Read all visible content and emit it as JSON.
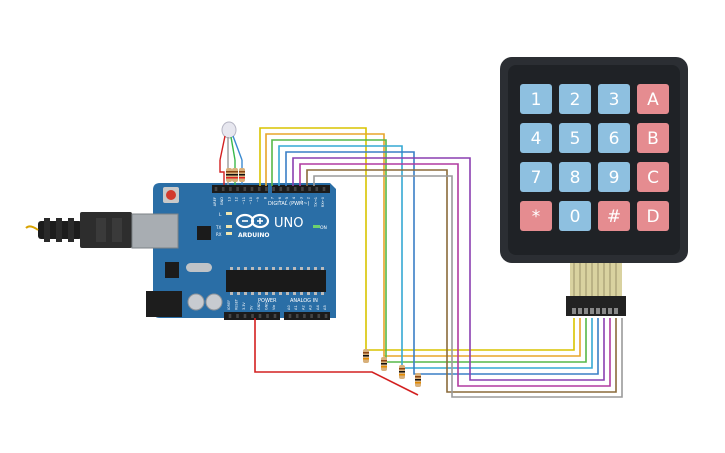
{
  "arduino": {
    "logo": "UNO",
    "brand": "ARDUINO",
    "digital_label": "DIGITAL (PWM~)",
    "power_label": "POWER",
    "analog_label": "ANALOG IN",
    "on_label": "ON",
    "led_l": "L",
    "led_tx": "TX",
    "led_rx": "RX",
    "top_pins": [
      "AREF",
      "GND",
      "13",
      "12",
      "~11",
      "~10",
      "~9",
      "8",
      "7",
      "~6",
      "~5",
      "4",
      "~3",
      "2",
      "TX→1",
      "RX←0"
    ],
    "power_pins": [
      "IOREF",
      "RESET",
      "3.3V",
      "5V",
      "GND",
      "GND",
      "Vin"
    ],
    "analog_pins": [
      "A0",
      "A1",
      "A2",
      "A3",
      "A4",
      "A5"
    ]
  },
  "keypad": {
    "keys": [
      "1",
      "2",
      "3",
      "A",
      "4",
      "5",
      "6",
      "B",
      "7",
      "8",
      "9",
      "C",
      "*",
      "0",
      "#",
      "D"
    ]
  },
  "colors": {
    "board": "#2a6ea6",
    "board_dark": "#1f5a8a",
    "keypad_body": "#2b2e33",
    "key_blue": "#8ec0e0",
    "key_red": "#e58c90",
    "wires": [
      "#d9c400",
      "#e8c830",
      "#56b848",
      "#35a8d4",
      "#3a9fc6",
      "#8a3fb0",
      "#b03aa0",
      "#8a6a3a",
      "#9a9a9a"
    ]
  }
}
